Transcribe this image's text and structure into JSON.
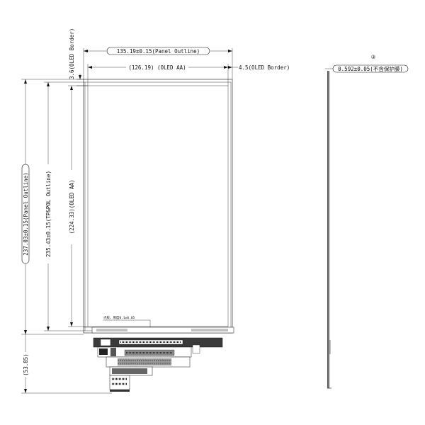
{
  "dimensions": {
    "panel_width": "135.19±0.15(Panel Outline)",
    "oled_aa_width": "(126.19) (OLED AA)",
    "oled_border_right": "4.5(OLED Border)",
    "oled_border_top": "3.6(OLED Border)",
    "panel_height": "237.03±0.15(Panel Outline)",
    "tp_pol_height": "235.43±0.15(TP&POL Outline)",
    "oled_aa_height": "(224.33)(OLED AA)",
    "fpc_length": "(53.85)",
    "thickness": "0.592±0.05(不含保护膜)"
  },
  "callout": "③",
  "note": "点胶、厚度0.1±0.05"
}
